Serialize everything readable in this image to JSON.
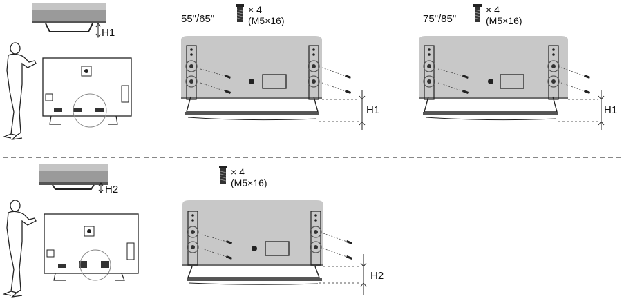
{
  "top": {
    "height_label": "H1",
    "panel_a": {
      "size_label": "55\"/65\"",
      "screw_count": "× 4",
      "screw_spec": "(M5×16)",
      "height_label": "H1"
    },
    "panel_b": {
      "size_label": "75\"/85\"",
      "screw_count": "× 4",
      "screw_spec": "(M5×16)",
      "height_label": "H1"
    }
  },
  "bottom": {
    "height_label": "H2",
    "panel": {
      "screw_count": "× 4",
      "screw_spec": "(M5×16)",
      "height_label": "H2"
    }
  },
  "colors": {
    "tv_panel": "#c8c8c8",
    "tv_dark": "#6e6e6e",
    "line": "#222222",
    "divider": "#888888"
  }
}
